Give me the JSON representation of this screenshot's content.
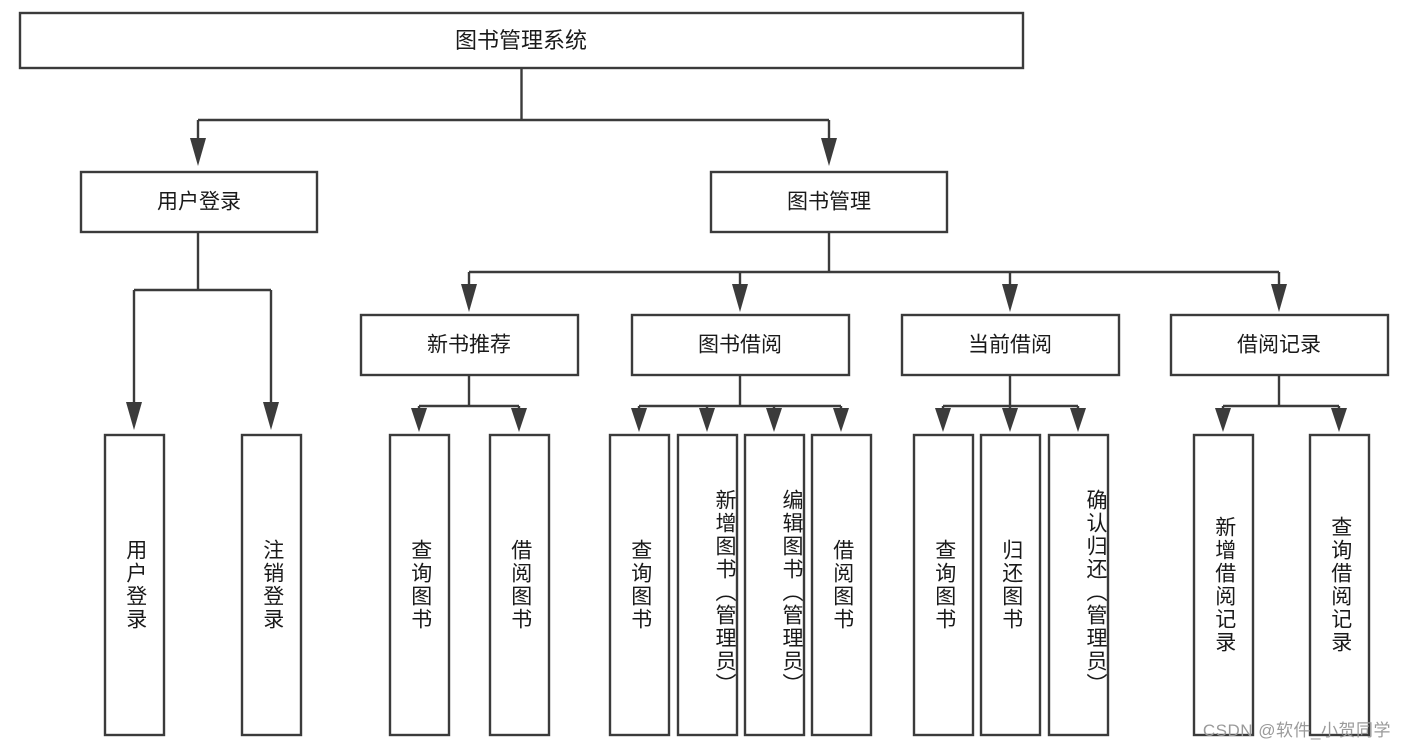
{
  "diagram": {
    "type": "tree-hierarchy",
    "title": "图书管理系统",
    "watermark": "CSDN @软件_小贺同学",
    "colors": {
      "stroke": "#3b3b3b",
      "fill": "#ffffff",
      "text": "#1a1a1a",
      "watermark": "#9a9a9a",
      "background": "#ffffff"
    },
    "root": {
      "label": "图书管理系统"
    },
    "level2": [
      {
        "id": "user-login",
        "label": "用户登录"
      },
      {
        "id": "book-management",
        "label": "图书管理"
      }
    ],
    "level3": [
      {
        "id": "new-book-recommend",
        "label": "新书推荐",
        "parent": "book-management"
      },
      {
        "id": "book-borrow",
        "label": "图书借阅",
        "parent": "book-management"
      },
      {
        "id": "current-borrow",
        "label": "当前借阅",
        "parent": "book-management"
      },
      {
        "id": "borrow-record",
        "label": "借阅记录",
        "parent": "book-management"
      }
    ],
    "leaves": {
      "user-login": [
        {
          "id": "leaf-user-login",
          "label": "用户登录"
        },
        {
          "id": "leaf-logout-login",
          "label": "注销登录"
        }
      ],
      "new-book-recommend": [
        {
          "id": "leaf-query-book-1",
          "label": "查询图书"
        },
        {
          "id": "leaf-borrow-book-1",
          "label": "借阅图书"
        }
      ],
      "book-borrow": [
        {
          "id": "leaf-query-book-2",
          "label": "查询图书"
        },
        {
          "id": "leaf-add-book",
          "label": "新增图书（管理员）"
        },
        {
          "id": "leaf-edit-book",
          "label": "编辑图书（管理员）"
        },
        {
          "id": "leaf-borrow-book-2",
          "label": "借阅图书"
        }
      ],
      "current-borrow": [
        {
          "id": "leaf-query-book-3",
          "label": "查询图书"
        },
        {
          "id": "leaf-return-book",
          "label": "归还图书"
        },
        {
          "id": "leaf-confirm-return",
          "label": "确认归还（管理员）"
        }
      ],
      "borrow-record": [
        {
          "id": "leaf-add-record",
          "label": "新增借阅记录"
        },
        {
          "id": "leaf-query-record",
          "label": "查询借阅记录"
        }
      ]
    }
  }
}
